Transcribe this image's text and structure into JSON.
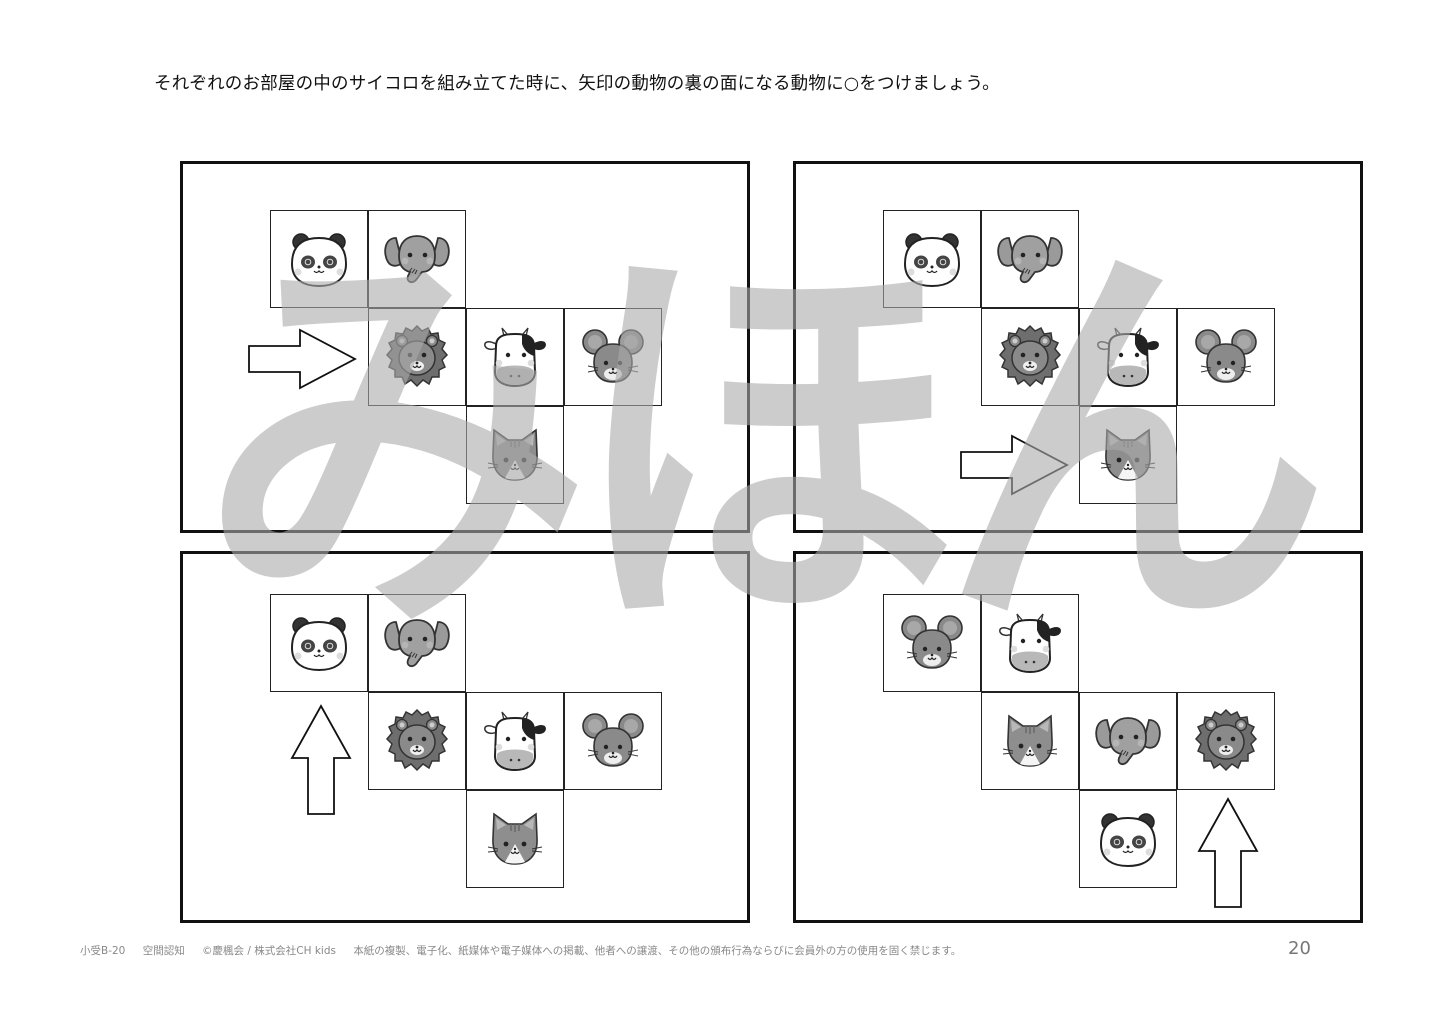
{
  "instruction": "それぞれのお部屋の中のサイコロを組み立てた時に、矢印の動物の裏の面になる動物に○をつけましょう。",
  "watermark": "みほん",
  "panels": [
    {
      "id": "top-left",
      "cells": [
        {
          "row": 0,
          "col": 0,
          "animal": "panda"
        },
        {
          "row": 0,
          "col": 1,
          "animal": "elephant"
        },
        {
          "row": 1,
          "col": 1,
          "animal": "lion"
        },
        {
          "row": 1,
          "col": 2,
          "animal": "cow"
        },
        {
          "row": 1,
          "col": 3,
          "animal": "mouse"
        },
        {
          "row": 2,
          "col": 2,
          "animal": "cat"
        }
      ],
      "arrow": {
        "direction": "right",
        "points_to": "lion"
      }
    },
    {
      "id": "top-right",
      "cells": [
        {
          "row": 0,
          "col": 0,
          "animal": "panda"
        },
        {
          "row": 0,
          "col": 1,
          "animal": "elephant"
        },
        {
          "row": 1,
          "col": 1,
          "animal": "lion"
        },
        {
          "row": 1,
          "col": 2,
          "animal": "cow"
        },
        {
          "row": 1,
          "col": 3,
          "animal": "mouse"
        },
        {
          "row": 2,
          "col": 2,
          "animal": "cat"
        }
      ],
      "arrow": {
        "direction": "right",
        "points_to": "cat"
      }
    },
    {
      "id": "bottom-left",
      "cells": [
        {
          "row": 0,
          "col": 0,
          "animal": "panda"
        },
        {
          "row": 0,
          "col": 1,
          "animal": "elephant"
        },
        {
          "row": 1,
          "col": 1,
          "animal": "lion"
        },
        {
          "row": 1,
          "col": 2,
          "animal": "cow"
        },
        {
          "row": 1,
          "col": 3,
          "animal": "mouse"
        },
        {
          "row": 2,
          "col": 2,
          "animal": "cat"
        }
      ],
      "arrow": {
        "direction": "up",
        "points_to": "panda"
      }
    },
    {
      "id": "bottom-right",
      "cells": [
        {
          "row": 0,
          "col": 0,
          "animal": "mouse"
        },
        {
          "row": 0,
          "col": 1,
          "animal": "cow"
        },
        {
          "row": 1,
          "col": 1,
          "animal": "cat"
        },
        {
          "row": 1,
          "col": 2,
          "animal": "elephant"
        },
        {
          "row": 1,
          "col": 3,
          "animal": "lion"
        },
        {
          "row": 2,
          "col": 2,
          "animal": "panda"
        }
      ],
      "arrow": {
        "direction": "up",
        "points_to": "lion"
      }
    }
  ],
  "footer": {
    "code": "小受B-20",
    "category": "空間認知",
    "copyright": "©慶楓会 / 株式会社CH kids",
    "notice": "本紙の複製、電子化、紙媒体や電子媒体への掲載、他者への譲渡、その他の頒布行為ならびに会員外の方の使用を固く禁じます。",
    "page_number": "20"
  }
}
